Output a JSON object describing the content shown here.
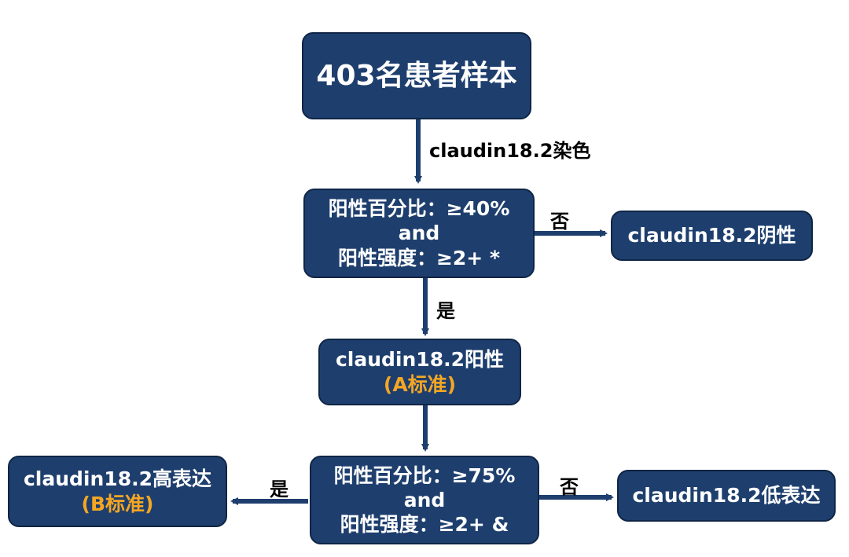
{
  "colors": {
    "box_fill": "#1e3f6e",
    "box_border": "#0f2545",
    "text": "#ffffff",
    "accent": "#f5a623",
    "arrow": "#1e3f6e"
  },
  "nodes": {
    "start": {
      "text": "403名患者样本"
    },
    "crit1": {
      "line1": "阳性百分比：≥40%",
      "line2": "and",
      "line3": "阳性强度：≥2+ *"
    },
    "neg": {
      "text": "claudin18.2阴性"
    },
    "pos_a": {
      "line1": "claudin18.2阳性",
      "line2": "(A标准)"
    },
    "crit2": {
      "line1": "阳性百分比：≥75%",
      "line2": "and",
      "line3": "阳性强度：≥2+ &"
    },
    "high": {
      "line1": "claudin18.2高表达",
      "line2": "(B标准)"
    },
    "low": {
      "text": "claudin18.2低表达"
    }
  },
  "edges": {
    "stain": "claudin18.2染色",
    "no1": "否",
    "yes1": "是",
    "yes2": "是",
    "no2": "否"
  }
}
